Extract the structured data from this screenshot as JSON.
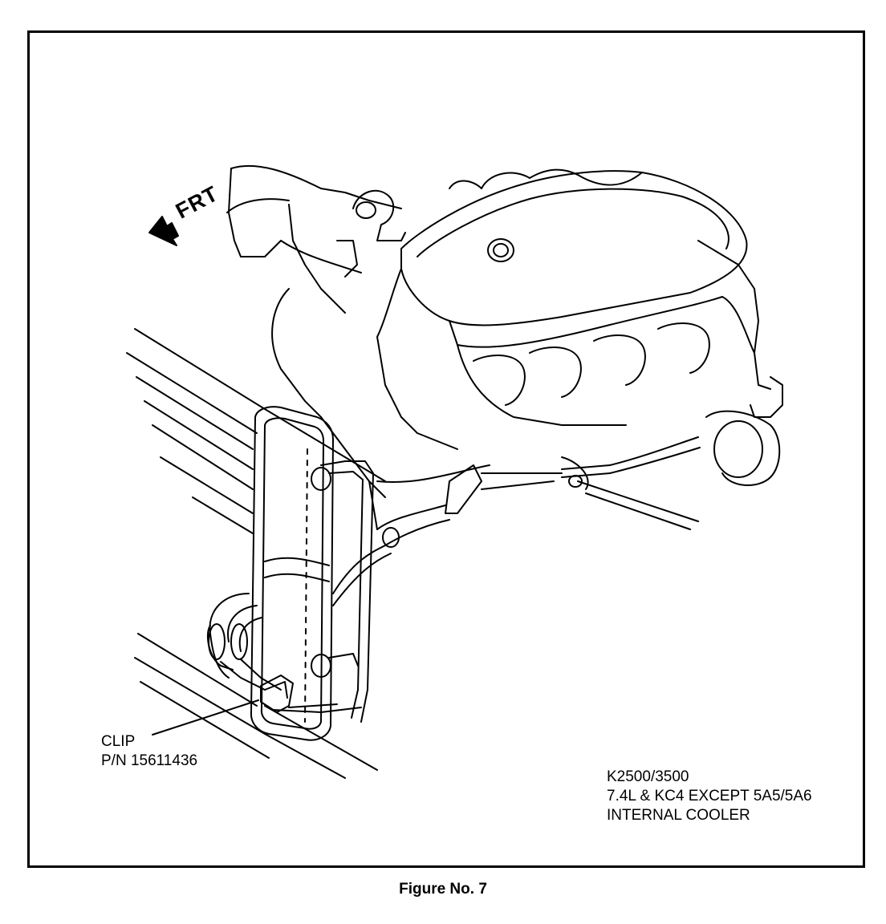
{
  "figure": {
    "caption": "Figure No. 7"
  },
  "orientation": {
    "label": "FRT",
    "icon": "front-direction-arrow-icon"
  },
  "callouts": {
    "clip": {
      "line1": "CLIP",
      "line2": "P/N 15611436"
    }
  },
  "model_info": {
    "line1": "K2500/3500",
    "line2": "7.4L & KC4 EXCEPT 5A5/5A6",
    "line3": "INTERNAL COOLER"
  }
}
